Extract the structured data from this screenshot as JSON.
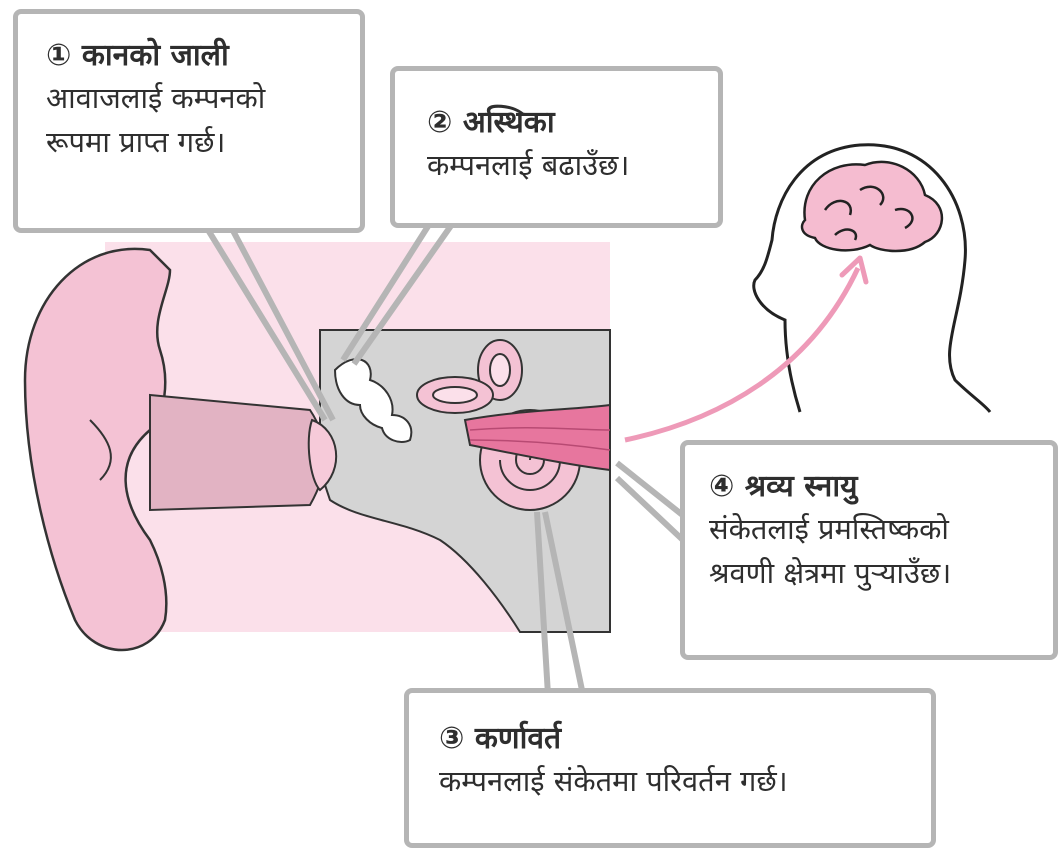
{
  "callouts": {
    "eardrum": {
      "number": "①",
      "title": "कानको जाली",
      "desc_lines": [
        "आवाजलाई कम्पनको",
        "रूपमा प्राप्त गर्छ।"
      ]
    },
    "ossicles": {
      "number": "②",
      "title": "अस्थिका",
      "desc_lines": [
        "कम्पनलाई बढाउँछ।"
      ]
    },
    "cochlea": {
      "number": "③",
      "title": "कर्णावर्त",
      "desc_lines": [
        "कम्पनलाई संकेतमा परिवर्तन गर्छ।"
      ]
    },
    "auditory_nerve": {
      "number": "④",
      "title": "श्रव्य स्नायु",
      "desc_lines": [
        "संकेतलाई प्रमस्तिष्कको",
        "श्रवणी क्षेत्रमा पुऱ्याउँछ।"
      ]
    }
  },
  "colors": {
    "background_panel": "#fbe0ea",
    "ear_pink": "#f4c2d4",
    "callout_border": "#b5b5b5",
    "bone_gray": "#d4d4d4",
    "nerve_pink": "#e7769e",
    "arrow_pink": "#ee9ab8",
    "brain_pink": "#f5bcd0"
  },
  "icons": [
    "ear-illustration",
    "head-silhouette",
    "brain-icon",
    "signal-arrow"
  ]
}
